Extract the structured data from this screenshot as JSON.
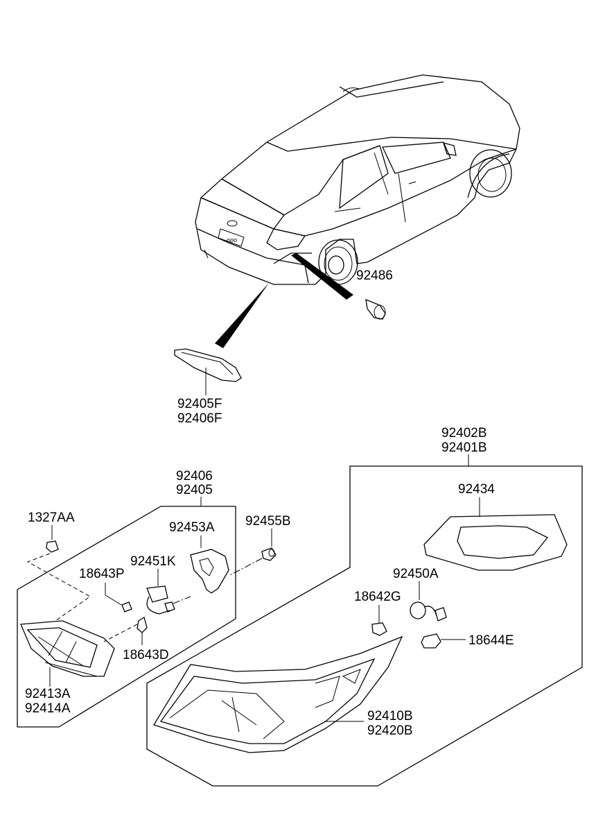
{
  "labels": {
    "p92486": "92486",
    "p92405F": "92405F",
    "p92406F": "92406F",
    "p92402B": "92402B",
    "p92401B": "92401B",
    "p92406": "92406",
    "p92405": "92405",
    "p1327AA": "1327AA",
    "p92453A": "92453A",
    "p92455B": "92455B",
    "p92434": "92434",
    "p92451K": "92451K",
    "p18643P": "18643P",
    "p92450A": "92450A",
    "p18642G": "18642G",
    "p18644E": "18644E",
    "p18643D": "18643D",
    "p92413A": "92413A",
    "p92414A": "92414A",
    "p92410B": "92410B",
    "p92420B": "92420B"
  }
}
